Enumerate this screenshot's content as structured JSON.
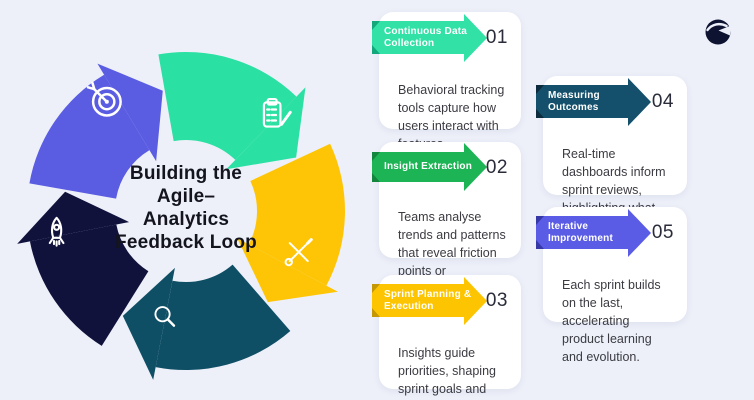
{
  "page": {
    "background": "#edf0f9"
  },
  "brand": {
    "logo_color": "#0d1330",
    "logo_swoosh_color": "#edf0f9"
  },
  "diagram": {
    "title": "Building the\nAgile–\nAnalytics\nFeedback Loop",
    "segments": [
      {
        "icon": "target-icon",
        "color": "#5a5ce2",
        "start": 275,
        "end": 345,
        "icon_angle": 325,
        "icon_r": 138,
        "icon_scale": 1.25
      },
      {
        "icon": "clipboard-icon",
        "color": "#2be0a3",
        "start": 345,
        "end": 420,
        "icon_angle": 403,
        "icon_r": 132,
        "icon_scale": 1.1
      },
      {
        "icon": "tools-icon",
        "color": "#fec506",
        "start": 60,
        "end": 134,
        "icon_angle": 110,
        "icon_r": 120,
        "icon_scale": 1.0
      },
      {
        "icon": "search-icon",
        "color": "#0f4f66",
        "start": 134,
        "end": 207,
        "icon_angle": 191,
        "icon_r": 108,
        "icon_scale": 0.95
      },
      {
        "icon": "rocket-icon",
        "color": "#10123c",
        "start": 207,
        "end": 275,
        "icon_angle": 261,
        "icon_r": 131,
        "icon_scale": 1.05
      }
    ]
  },
  "cards": [
    {
      "number": "01",
      "label": "Continuous Data\nCollection",
      "color": "#31e1a6",
      "fold_color": "#12a87b",
      "body": "Behavioral tracking tools capture how users interact with features."
    },
    {
      "number": "02",
      "label": "Insight Extraction",
      "color": "#1cb455",
      "fold_color": "#12863c",
      "body": "Teams analyse trends and patterns that reveal friction points or opportunities."
    },
    {
      "number": "03",
      "label": "Sprint Planning &\nExecution",
      "color": "#fdc402",
      "fold_color": "#c49804",
      "body": "Insights guide priorities, shaping sprint goals and the work delivered."
    },
    {
      "number": "04",
      "label": "Measuring\nOutcomes",
      "color": "#14506b",
      "fold_color": "#0c2b3d",
      "body": "Real-time dashboards inform sprint reviews, highlighting what worked & what didn’t."
    },
    {
      "number": "05",
      "label": "Iterative\nImprovement",
      "color": "#5a5ce5",
      "fold_color": "#3638a8",
      "body": "Each sprint builds on the last, accelerating product learning and evolution."
    }
  ]
}
